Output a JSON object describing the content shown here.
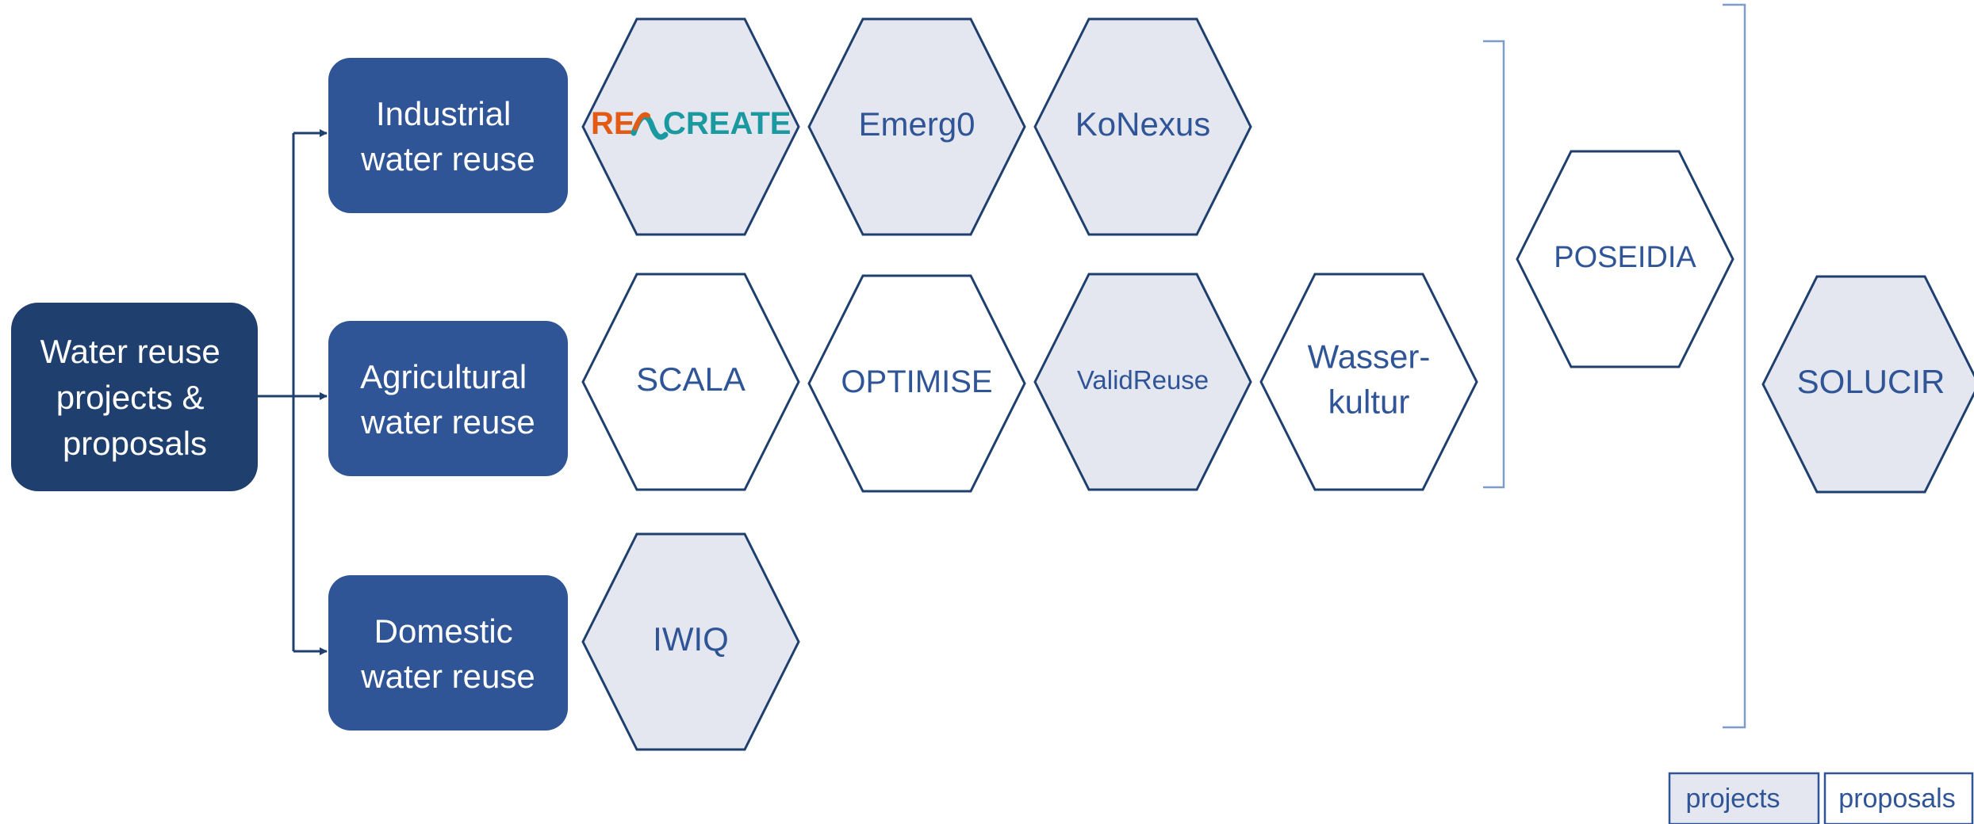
{
  "root": {
    "lines": [
      "Water reuse",
      "projects &",
      "proposals"
    ]
  },
  "categories": [
    {
      "id": "industrial",
      "lines": [
        "Industrial",
        "water reuse"
      ]
    },
    {
      "id": "agricultural",
      "lines": [
        "Agricultural",
        "water reuse"
      ]
    },
    {
      "id": "domestic",
      "lines": [
        "Domestic",
        "water reuse"
      ]
    }
  ],
  "hexagons": [
    {
      "id": "recreate",
      "lines": [
        "RECREATE"
      ],
      "type": "project",
      "logo": true
    },
    {
      "id": "emerg0",
      "lines": [
        "Emerg0"
      ],
      "type": "project"
    },
    {
      "id": "konexus",
      "lines": [
        "KoNexus"
      ],
      "type": "project"
    },
    {
      "id": "scala",
      "lines": [
        "SCALA"
      ],
      "type": "proposal"
    },
    {
      "id": "optimise",
      "lines": [
        "OPTIMISE"
      ],
      "type": "proposal"
    },
    {
      "id": "validreuse",
      "lines": [
        "ValidReuse"
      ],
      "type": "project"
    },
    {
      "id": "wasserkultur",
      "lines": [
        "Wasser-",
        "kultur"
      ],
      "type": "proposal"
    },
    {
      "id": "iwiq",
      "lines": [
        "IWIQ"
      ],
      "type": "project"
    },
    {
      "id": "poseidia",
      "lines": [
        "POSEIDIA"
      ],
      "type": "proposal"
    },
    {
      "id": "solucir",
      "lines": [
        "SOLUCIR"
      ],
      "type": "project"
    }
  ],
  "legend": {
    "projects": "projects",
    "proposals": "proposals"
  },
  "colors": {
    "root_fill": "#1F3F6E",
    "category_fill": "#2F5597",
    "hex_stroke": "#1F3F6E",
    "project_fill": "#E4E7EF",
    "proposal_fill": "#FFFFFF",
    "text": "#2F5597",
    "logo_orange": "#E35A14",
    "logo_teal": "#1A9AA0"
  }
}
